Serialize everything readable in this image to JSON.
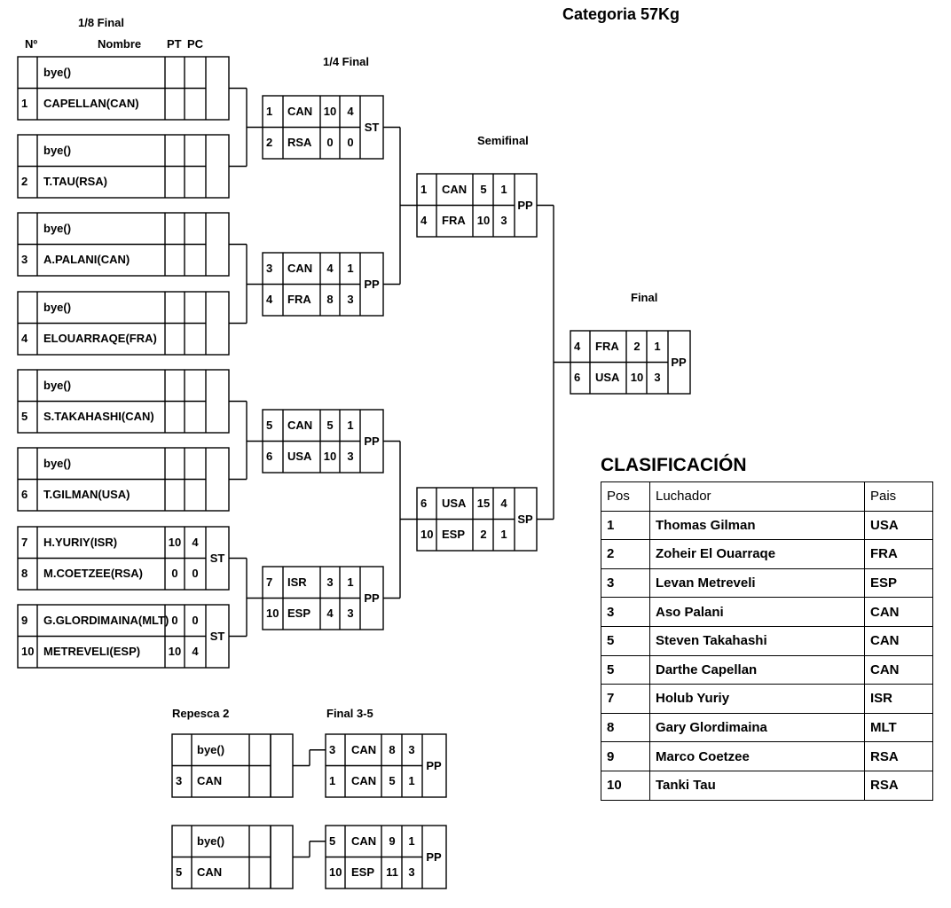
{
  "header": {
    "category": "Categoria 57Kg",
    "round_16": "1/8 Final",
    "col_no": "Nº",
    "col_name": "Nombre",
    "col_pt": "PT",
    "col_pc": "PC",
    "quarter": "1/4 Final",
    "semi": "Semifinal",
    "final": "Final",
    "repesca": "Repesca 2",
    "final35": "Final 3-5"
  },
  "round16": [
    {
      "a_no": "",
      "a_name": "bye()",
      "a_pt": "",
      "a_pc": "",
      "b_no": "1",
      "b_name": "CAPELLAN(CAN)",
      "b_pt": "",
      "b_pc": "",
      "code": ""
    },
    {
      "a_no": "",
      "a_name": "bye()",
      "a_pt": "",
      "a_pc": "",
      "b_no": "2",
      "b_name": "T.TAU(RSA)",
      "b_pt": "",
      "b_pc": "",
      "code": ""
    },
    {
      "a_no": "",
      "a_name": "bye()",
      "a_pt": "",
      "a_pc": "",
      "b_no": "3",
      "b_name": "A.PALANI(CAN)",
      "b_pt": "",
      "b_pc": "",
      "code": ""
    },
    {
      "a_no": "",
      "a_name": "bye()",
      "a_pt": "",
      "a_pc": "",
      "b_no": "4",
      "b_name": "ELOUARRAQE(FRA)",
      "b_pt": "",
      "b_pc": "",
      "code": ""
    },
    {
      "a_no": "",
      "a_name": "bye()",
      "a_pt": "",
      "a_pc": "",
      "b_no": "5",
      "b_name": "S.TAKAHASHI(CAN)",
      "b_pt": "",
      "b_pc": "",
      "code": ""
    },
    {
      "a_no": "",
      "a_name": "bye()",
      "a_pt": "",
      "a_pc": "",
      "b_no": "6",
      "b_name": "T.GILMAN(USA)",
      "b_pt": "",
      "b_pc": "",
      "code": ""
    },
    {
      "a_no": "7",
      "a_name": "H.YURIY(ISR)",
      "a_pt": "10",
      "a_pc": "4",
      "b_no": "8",
      "b_name": "M.COETZEE(RSA)",
      "b_pt": "0",
      "b_pc": "0",
      "code": "ST"
    },
    {
      "a_no": "9",
      "a_name": "G.GLORDIMAINA(MLT)",
      "a_pt": "0",
      "a_pc": "0",
      "b_no": "10",
      "b_name": "METREVELI(ESP)",
      "b_pt": "10",
      "b_pc": "4",
      "code": "ST"
    }
  ],
  "quarters": [
    {
      "a_no": "1",
      "a_name": "CAN",
      "a_pt": "10",
      "a_pc": "4",
      "b_no": "2",
      "b_name": "RSA",
      "b_pt": "0",
      "b_pc": "0",
      "code": "ST"
    },
    {
      "a_no": "3",
      "a_name": "CAN",
      "a_pt": "4",
      "a_pc": "1",
      "b_no": "4",
      "b_name": "FRA",
      "b_pt": "8",
      "b_pc": "3",
      "code": "PP"
    },
    {
      "a_no": "5",
      "a_name": "CAN",
      "a_pt": "5",
      "a_pc": "1",
      "b_no": "6",
      "b_name": "USA",
      "b_pt": "10",
      "b_pc": "3",
      "code": "PP"
    },
    {
      "a_no": "7",
      "a_name": "ISR",
      "a_pt": "3",
      "a_pc": "1",
      "b_no": "10",
      "b_name": "ESP",
      "b_pt": "4",
      "b_pc": "3",
      "code": "PP"
    }
  ],
  "semis": [
    {
      "a_no": "1",
      "a_name": "CAN",
      "a_pt": "5",
      "a_pc": "1",
      "b_no": "4",
      "b_name": "FRA",
      "b_pt": "10",
      "b_pc": "3",
      "code": "PP"
    },
    {
      "a_no": "6",
      "a_name": "USA",
      "a_pt": "15",
      "a_pc": "4",
      "b_no": "10",
      "b_name": "ESP",
      "b_pt": "2",
      "b_pc": "1",
      "code": "SP"
    }
  ],
  "finalmatch": {
    "a_no": "4",
    "a_name": "FRA",
    "a_pt": "2",
    "a_pc": "1",
    "b_no": "6",
    "b_name": "USA",
    "b_pt": "10",
    "b_pc": "3",
    "code": "PP"
  },
  "repesca": [
    {
      "a_no": "",
      "a_name": "bye()",
      "a_pt": "",
      "a_pc": "",
      "b_no": "3",
      "b_name": "CAN",
      "b_pt": "",
      "b_pc": "",
      "code": ""
    },
    {
      "a_no": "",
      "a_name": "bye()",
      "a_pt": "",
      "a_pc": "",
      "b_no": "5",
      "b_name": "CAN",
      "b_pt": "",
      "b_pc": "",
      "code": ""
    }
  ],
  "final35": [
    {
      "a_no": "3",
      "a_name": "CAN",
      "a_pt": "8",
      "a_pc": "3",
      "b_no": "1",
      "b_name": "CAN",
      "b_pt": "5",
      "b_pc": "1",
      "code": "PP"
    },
    {
      "a_no": "5",
      "a_name": "CAN",
      "a_pt": "9",
      "a_pc": "1",
      "b_no": "10",
      "b_name": "ESP",
      "b_pt": "11",
      "b_pc": "3",
      "code": "PP"
    }
  ],
  "classification": {
    "title": "CLASIFICACIÓN",
    "headers": [
      "Pos",
      "Luchador",
      "Pais"
    ],
    "rows": [
      [
        "1",
        "Thomas Gilman",
        "USA"
      ],
      [
        "2",
        "Zoheir El Ouarraqe",
        "FRA"
      ],
      [
        "3",
        "Levan Metreveli",
        "ESP"
      ],
      [
        "3",
        "Aso Palani",
        "CAN"
      ],
      [
        "5",
        "Steven Takahashi",
        "CAN"
      ],
      [
        "5",
        "Darthe Capellan",
        "CAN"
      ],
      [
        "7",
        "Holub Yuriy",
        "ISR"
      ],
      [
        "8",
        "Gary Glordimaina",
        "MLT"
      ],
      [
        "9",
        "Marco Coetzee",
        "RSA"
      ],
      [
        "10",
        "Tanki Tau",
        "RSA"
      ]
    ]
  }
}
